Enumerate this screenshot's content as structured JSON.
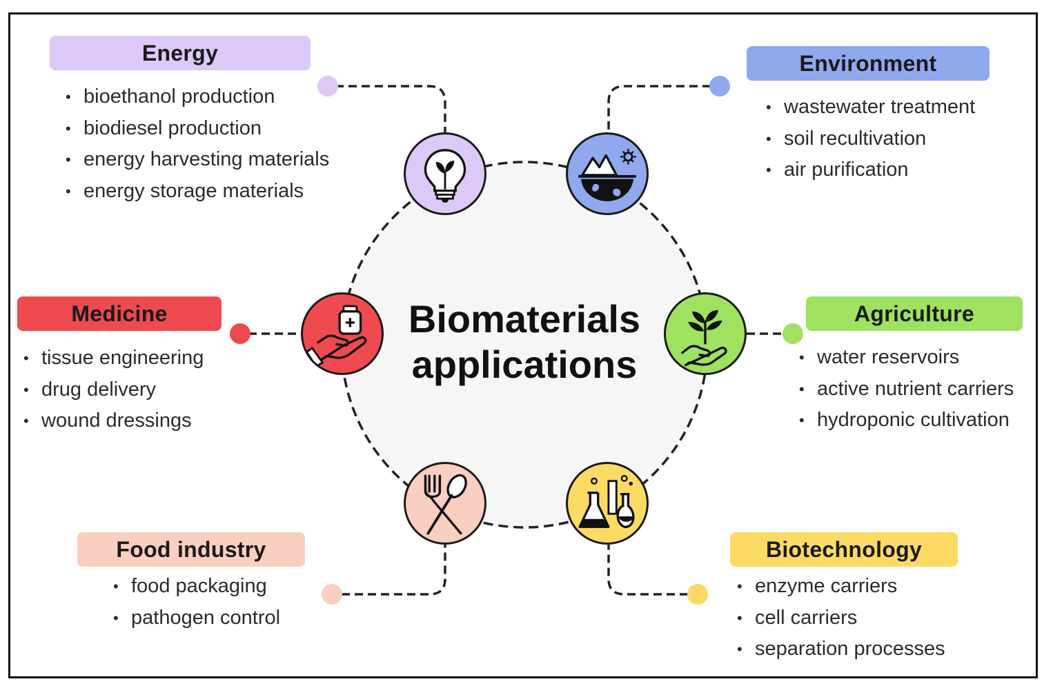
{
  "diagram": {
    "title_line1": "Biomaterials",
    "title_line2": "applications",
    "categories": [
      {
        "key": "energy",
        "title": "Energy",
        "color": "#dcc9f7",
        "icon": "lightbulb-plant-icon",
        "items": [
          "bioethanol production",
          "biodiesel production",
          "energy harvesting materials",
          "energy storage materials"
        ]
      },
      {
        "key": "environment",
        "title": "Environment",
        "color": "#8fa8ee",
        "icon": "earth-mountains-sun-icon",
        "items": [
          "wastewater treatment",
          "soil recultivation",
          "air purification"
        ]
      },
      {
        "key": "medicine",
        "title": "Medicine",
        "color": "#ee4a4f",
        "icon": "hand-medicine-icon",
        "items": [
          "tissue engineering",
          "drug delivery",
          "wound dressings"
        ]
      },
      {
        "key": "agriculture",
        "title": "Agriculture",
        "color": "#9ee25f",
        "icon": "hand-plant-icon",
        "items": [
          "water reservoirs",
          "active nutrient carriers",
          "hydroponic cultivation"
        ]
      },
      {
        "key": "food",
        "title": "Food industry",
        "color": "#f8cfc0",
        "icon": "fork-spoon-icon",
        "items": [
          "food packaging",
          "pathogen control"
        ]
      },
      {
        "key": "biotech",
        "title": "Biotechnology",
        "color": "#fbdb63",
        "icon": "lab-flasks-icon",
        "items": [
          "enzyme carriers",
          "cell carriers",
          "separation processes"
        ]
      }
    ]
  }
}
